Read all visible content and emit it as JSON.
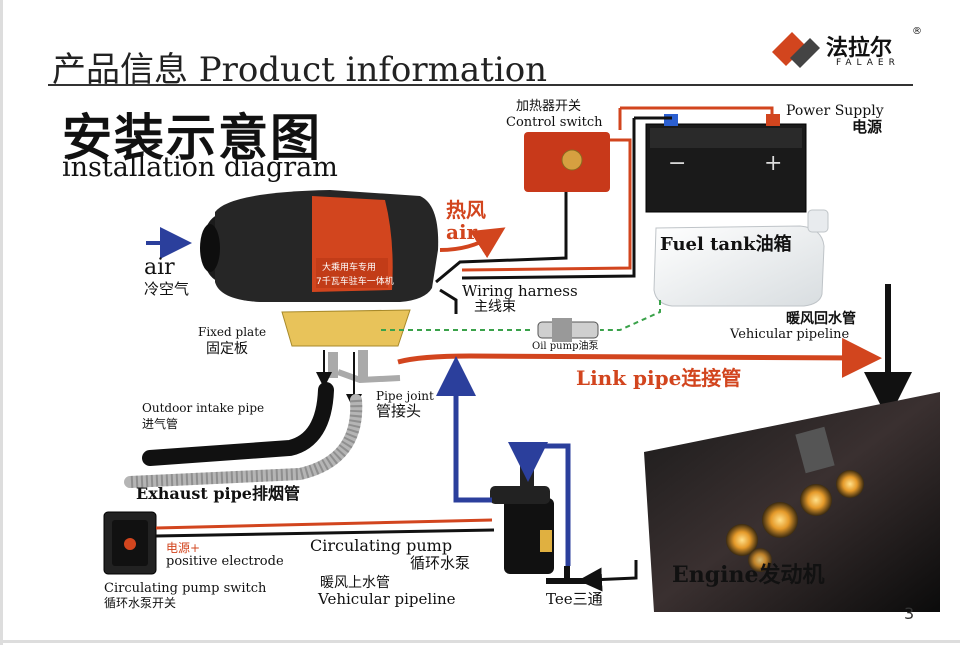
{
  "header": {
    "title": "产品信息 Product information",
    "brand_cn": "法拉尔",
    "brand_en": "FALAER",
    "registered": "®"
  },
  "heading": {
    "cn": "安装示意图",
    "en": "installation diagram"
  },
  "labels": {
    "air_en": "air",
    "air_cn": "冷空气",
    "hot_air_cn": "热风",
    "hot_air_en": "air",
    "control_switch_cn": "加热器开关",
    "control_switch_en": "Control switch",
    "power_supply_en": "Power Supply",
    "power_supply_cn": "电源",
    "battery_minus": "−",
    "battery_plus": "+",
    "fuel_tank": "Fuel tank油箱",
    "wiring_en": "Wiring harness",
    "wiring_cn": "主线束",
    "fixed_plate_en": "Fixed plate",
    "fixed_plate_cn": "固定板",
    "oil_pump": "Oil pump油泵",
    "return_pipe_cn": "暖风回水管",
    "return_pipe_en": "Vehicular pipeline",
    "link_pipe": "Link pipe连接管",
    "outdoor_intake_en": "Outdoor intake pipe",
    "outdoor_intake_cn": "进气管",
    "pipe_joint_en": "Pipe joint",
    "pipe_joint_cn": "管接头",
    "exhaust_pipe": "Exhaust pipe排烟管",
    "electrode_cn": "电源+",
    "electrode_en": "positive electrode",
    "circ_pump_en": "Circulating pump",
    "circ_pump_cn": "循环水泵",
    "pump_switch_en": "Circulating pump switch",
    "pump_switch_cn": "循环水泵开关",
    "supply_pipe_cn": "暖风上水管",
    "supply_pipe_en": "Vehicular pipeline",
    "tee": "Tee三通",
    "engine": "Engine发动机",
    "heater_panel_line1": "大乘用车专用",
    "heater_panel_line2": "7千瓦车驻车一体机"
  },
  "page_number": "3",
  "colors": {
    "orange": "#d2451e",
    "blue": "#2b3f9c",
    "black": "#111111",
    "green": "#3aa24a",
    "brass": "#d8b24a"
  }
}
